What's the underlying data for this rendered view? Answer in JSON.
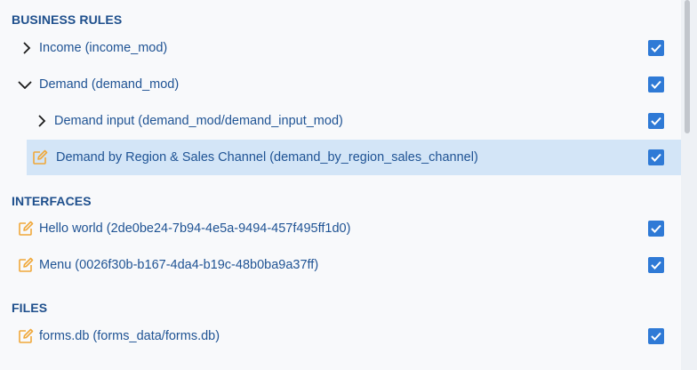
{
  "sections": {
    "business_rules": "BUSINESS RULES",
    "interfaces": "INTERFACES",
    "files": "FILES"
  },
  "business_rules": [
    {
      "label": "Income (income_mod)",
      "icon": "chevron-right-icon",
      "checked": true
    },
    {
      "label": "Demand (demand_mod)",
      "icon": "chevron-down-icon",
      "checked": true
    },
    {
      "label": "Demand input (demand_mod/demand_input_mod)",
      "icon": "chevron-right-icon",
      "checked": true
    },
    {
      "label": "Demand by Region & Sales Channel (demand_by_region_sales_channel)",
      "icon": "edit-icon",
      "checked": true,
      "selected": true
    }
  ],
  "interfaces": [
    {
      "label": "Hello world (2de0be24-7b94-4e5a-9494-457f495ff1d0)",
      "icon": "edit-icon",
      "checked": true
    },
    {
      "label": "Menu (0026f30b-b167-4da4-b19c-48b0ba9a37ff)",
      "icon": "edit-icon",
      "checked": true
    }
  ],
  "files": [
    {
      "label": "forms.db (forms_data/forms.db)",
      "icon": "edit-icon",
      "checked": true
    }
  ],
  "colors": {
    "accent": "#2f7ad6",
    "text": "#1f5394",
    "selected_bg": "#d3e5f7",
    "edit_icon": "#f0a83a"
  }
}
